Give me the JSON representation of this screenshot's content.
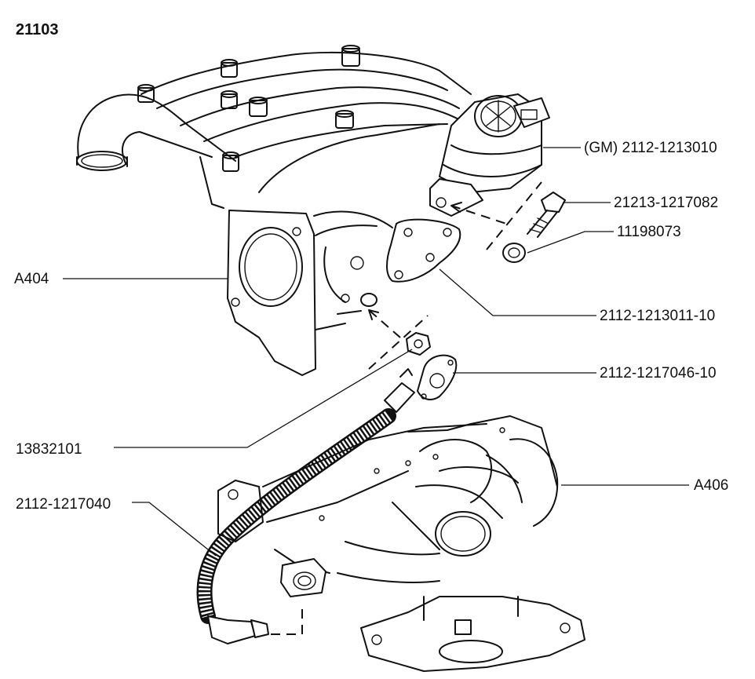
{
  "diagram": {
    "model_code": "21103",
    "labels": {
      "egr_valve": "(GM) 2112-1213010",
      "bolt": "21213-1217082",
      "washer": "11198073",
      "egr_gasket": "2112-1213011-10",
      "pipe_gasket": "2112-1217046-10",
      "nut": "13832101",
      "egr_pipe": "2112-1217040",
      "intake_manifold": "A404",
      "exhaust_manifold": "A406"
    }
  }
}
